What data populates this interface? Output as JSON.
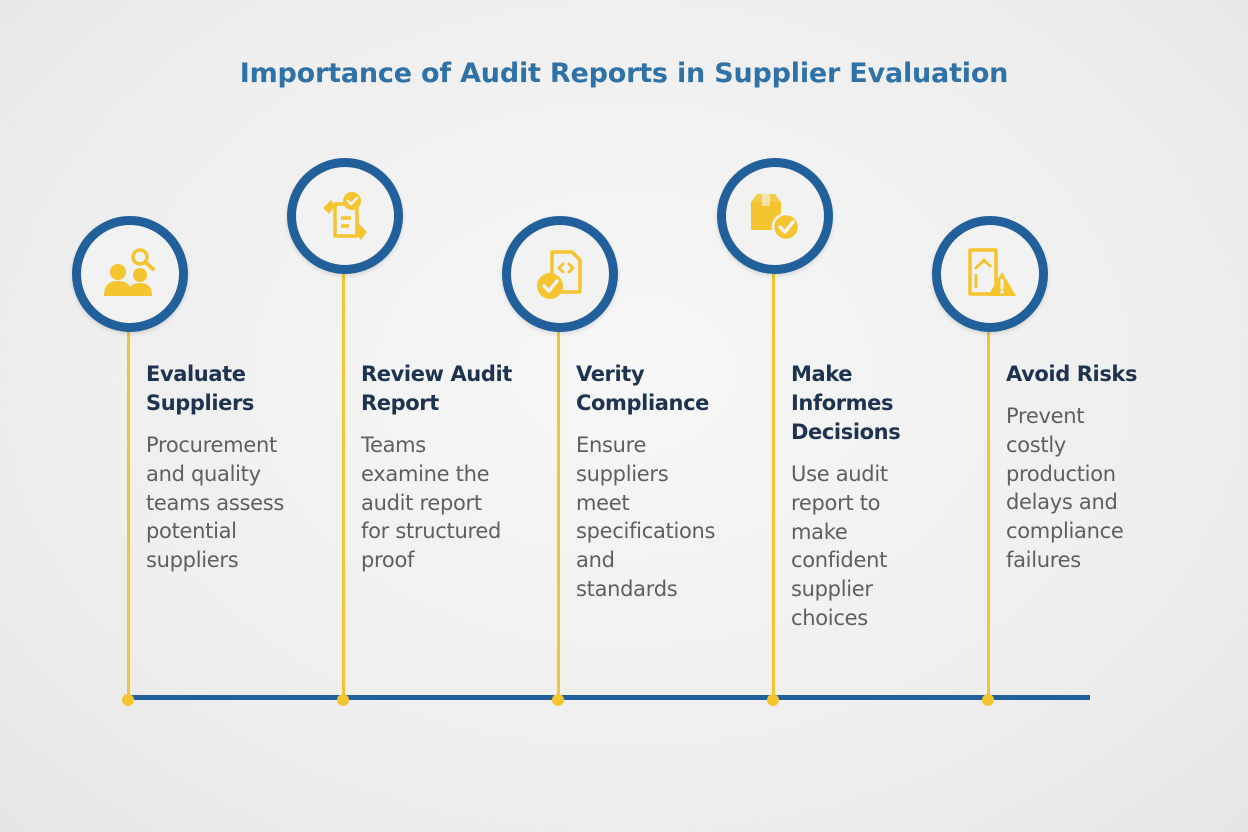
{
  "title": "Importance of Audit Reports in Supplier Evaluation",
  "colors": {
    "title": "#2f72a8",
    "ring": "#21609a",
    "accent": "#f4c52f",
    "heading": "#1d3350",
    "body_text": "#5f5f5f"
  },
  "steps": [
    {
      "icon": "people-search-icon",
      "title_lines": [
        "Evaluate",
        "Suppliers"
      ],
      "desc_lines": [
        "Procurement",
        "and quality",
        "teams assess",
        "potential",
        "suppliers"
      ]
    },
    {
      "icon": "document-check-icon",
      "title_lines": [
        "Review Audit",
        "Report"
      ],
      "desc_lines": [
        "Teams",
        "examine the",
        "audit report",
        "for structured",
        "proof"
      ]
    },
    {
      "icon": "code-file-check-icon",
      "title_lines": [
        "Verity",
        "Compliance"
      ],
      "desc_lines": [
        "Ensure",
        "suppliers",
        "meet",
        "specifications",
        "and",
        "standards"
      ]
    },
    {
      "icon": "box-check-icon",
      "title_lines": [
        "Make",
        "Informes",
        "Decisions"
      ],
      "desc_lines": [
        "Use audit",
        "report to",
        "make",
        "confident",
        "supplier",
        "choices"
      ]
    },
    {
      "icon": "document-warning-icon",
      "title_lines": [
        "Avoid Risks"
      ],
      "desc_lines": [
        "Prevent",
        "costly",
        "production",
        "delays and",
        "compliance",
        "failures"
      ]
    }
  ]
}
